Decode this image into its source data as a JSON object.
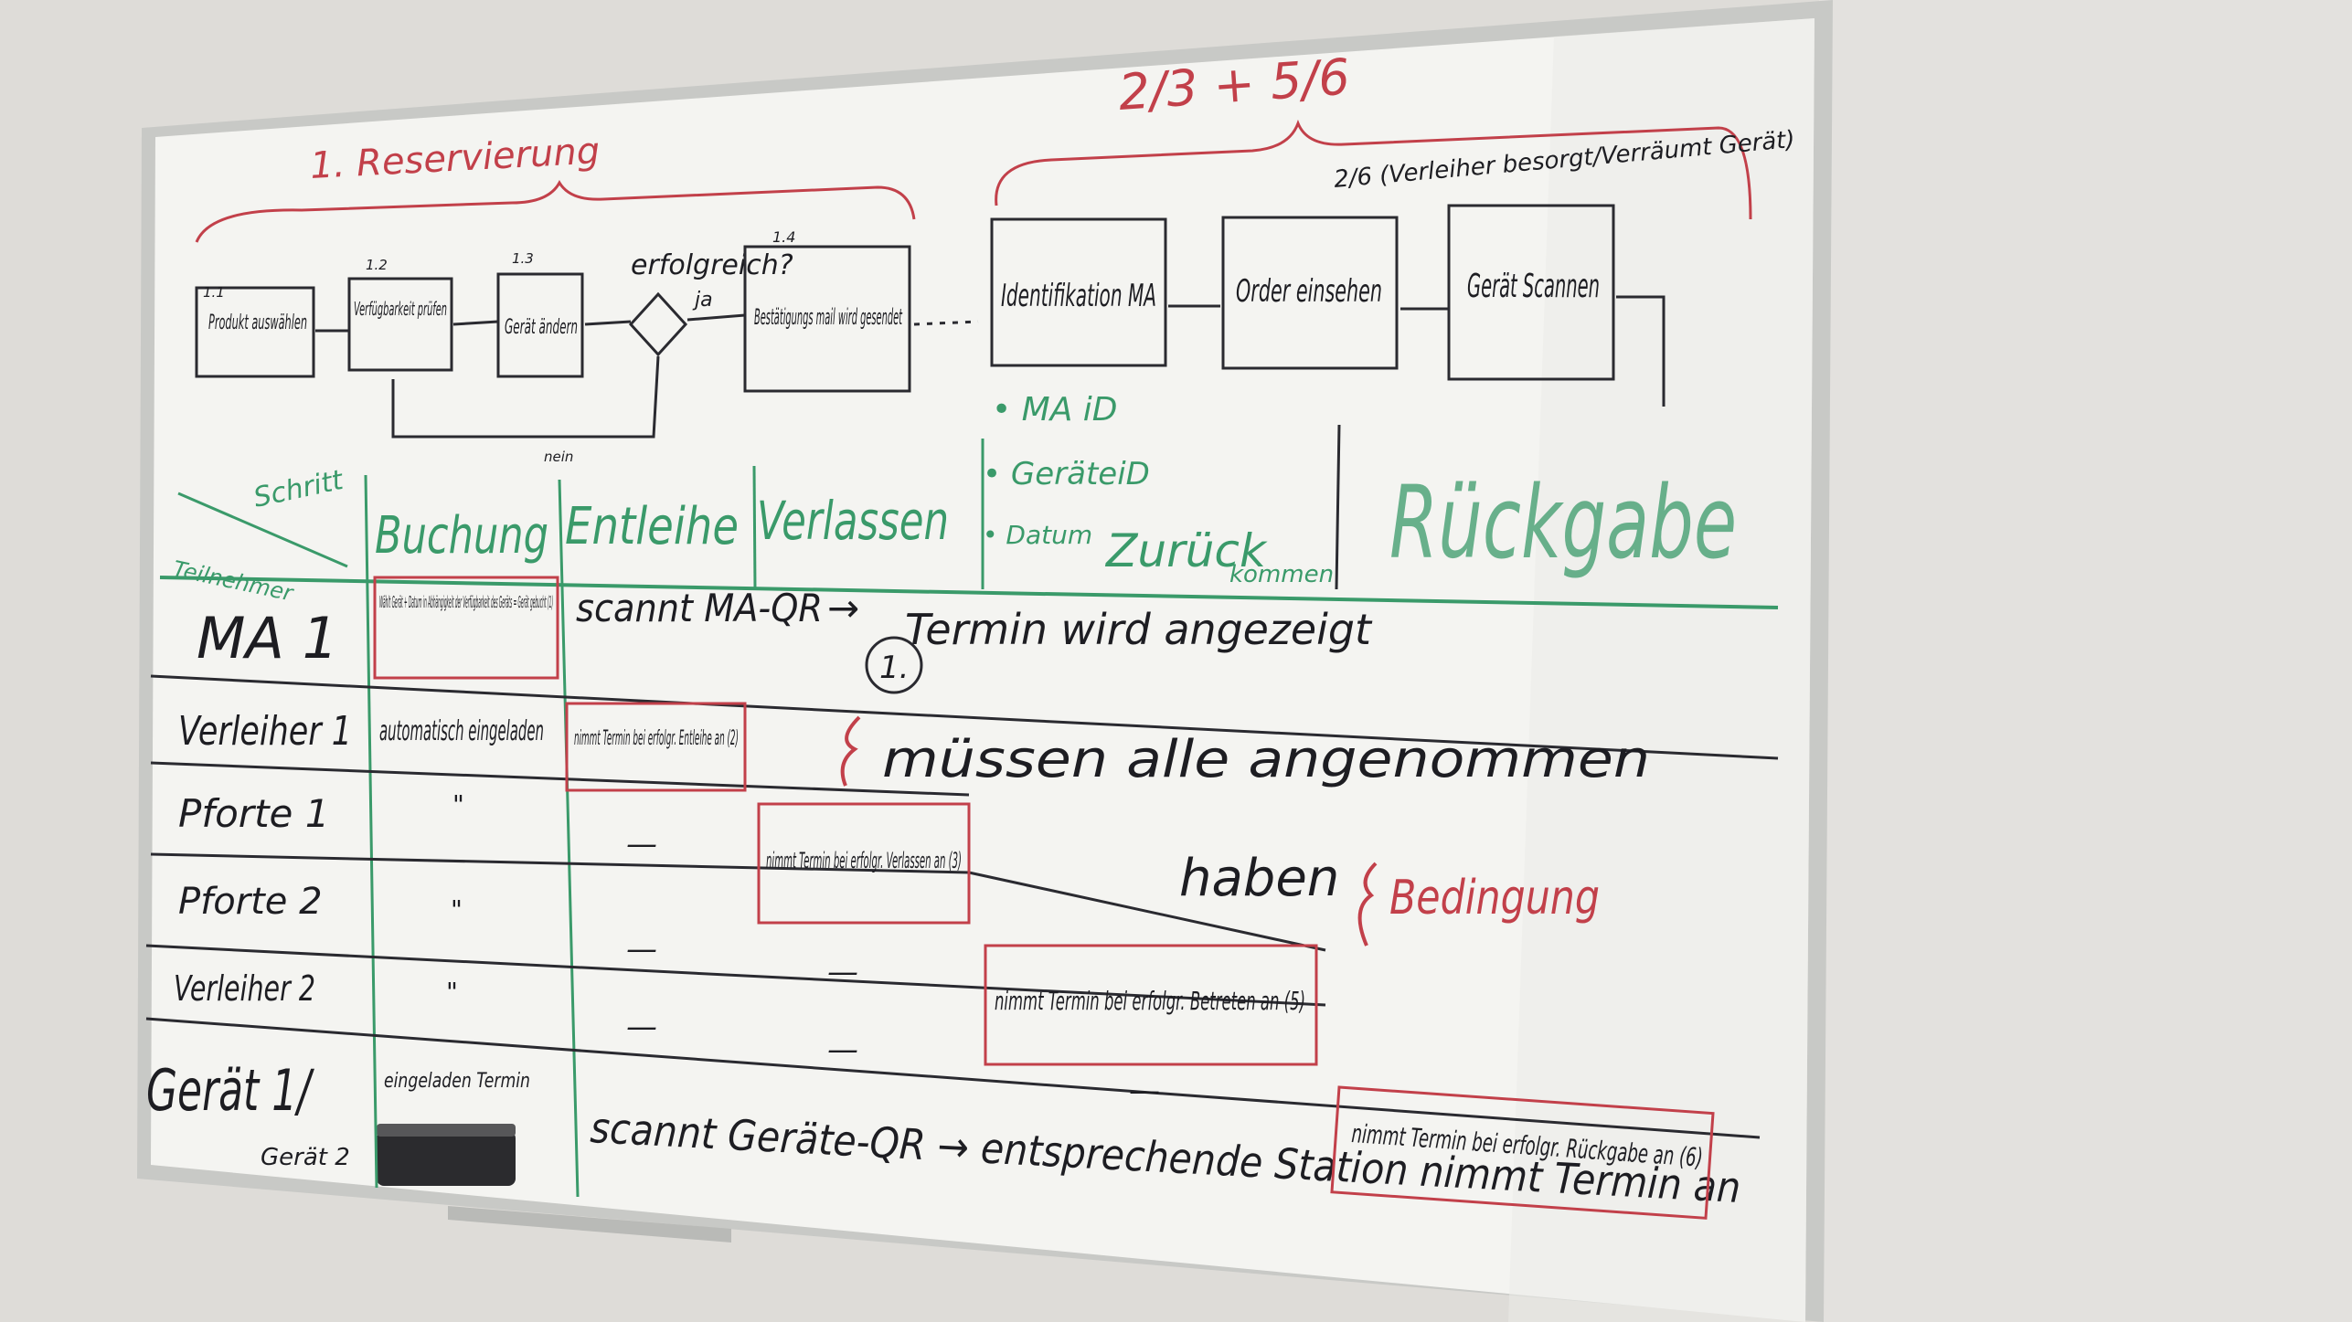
{
  "colors": {
    "wall": "#dedcd8",
    "board": "#f4f4f1",
    "frame": "#c8c9c6",
    "marker_black": "#1d1d22",
    "marker_red": "#c2404a",
    "marker_green": "#3a9a6a"
  },
  "top": {
    "reservation_title": "1. Reservierung",
    "top_right_note": "2/3 + 5/6",
    "sub_note": "2/6 (Verleiher besorgt/Verräumt Gerät)"
  },
  "process": {
    "box1_num": "1.1",
    "box1": "Produkt auswählen",
    "box2_num": "1.2",
    "box2": "Verfügbarkeit prüfen",
    "box3_num": "1.3",
    "box3": "Gerät ändern",
    "decision": "erfolgreich?",
    "decision_yes": "ja",
    "decision_no": "nein",
    "box4_num": "1.4",
    "box4": "Bestätigungs mail wird gesendet",
    "box5": "Identifikation MA",
    "box6": "Order einsehen",
    "box7": "Gerät Scannen"
  },
  "data_list": [
    "• MA iD",
    "• GeräteiD",
    "• Datum"
  ],
  "columns": {
    "corner_top": "Schritt",
    "corner_bottom": "Teilnehmer",
    "buchung": "Buchung",
    "entleihe": "Entleihe",
    "verlassen": "Verlassen",
    "zurueck": "Zurück",
    "kommen": "kommen",
    "rueckgabe": "Rückgabe"
  },
  "rows": {
    "ma1": "MA 1",
    "verleiher1": "Verleiher 1",
    "pforte1": "Pforte 1",
    "pforte2": "Pforte 2",
    "verleiher2": "Verleiher 2",
    "geraet1": "Gerät 1/",
    "geraet2": "Gerät 2"
  },
  "cells": {
    "ma1_buchung": "Wählt Gerät + Datum in Abhängigkeit der Verfügbarkeit des Geräts = Gerät gebucht (1)",
    "ma1_flow_a": "scannt MA-QR",
    "ma1_flow_b": "Termin wird angezeigt",
    "ma1_circle": "1.",
    "verleiher1_buchung": "automatisch eingeladen",
    "verleiher1_entleihe": "nimmt Termin bei erfolgr. Entleihe an (2)",
    "must_line1": "müssen alle angenommen",
    "must_line2": "haben",
    "condition": "Bedingung",
    "ditto": "\"",
    "dash": "—",
    "pforte1_verlassen": "nimmt Termin bei erfolgr. Verlassen an (3)",
    "verleiher2_zurueck": "nimmt Termin bei erfolgr. Betreten an (5)",
    "geraet_buchung": "eingeladen Termin",
    "geraet_flow": "scannt Geräte-QR → entsprechende Station nimmt Termin an",
    "geraet_rueckgabe": "nimmt Termin bei erfolgr. Rückgabe an (6)"
  }
}
